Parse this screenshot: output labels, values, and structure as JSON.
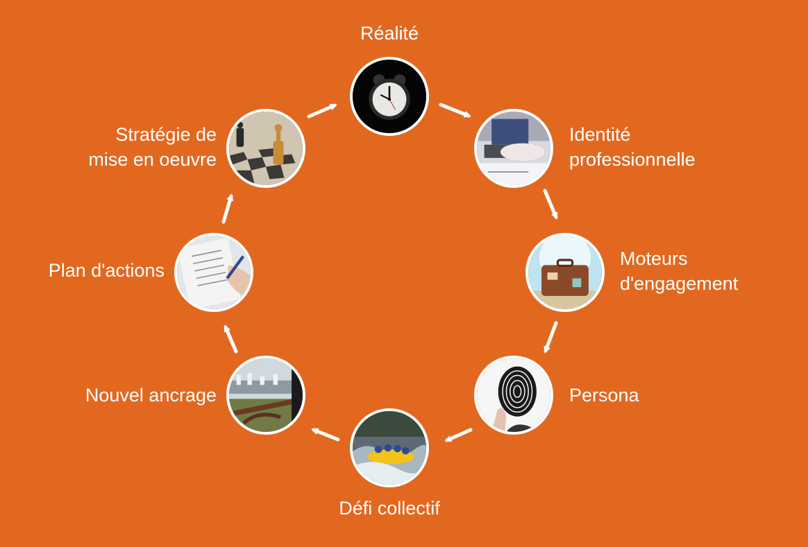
{
  "diagram": {
    "background_color": "#E26820",
    "stages": [
      {
        "id": "realite",
        "label": "Réalité",
        "image": "alarm-clock"
      },
      {
        "id": "identite",
        "label": "Identité professionnelle",
        "label_lines": [
          "Identité",
          "professionnelle"
        ],
        "image": "typing-on-laptop"
      },
      {
        "id": "moteurs",
        "label": "Moteurs d'engagement",
        "label_lines": [
          "Moteurs",
          "d'engagement"
        ],
        "image": "vintage-suitcase"
      },
      {
        "id": "persona",
        "label": "Persona",
        "image": "fingerprint-face"
      },
      {
        "id": "defi",
        "label": "Défi collectif",
        "image": "river-rafting"
      },
      {
        "id": "ancrage",
        "label": "Nouvel ancrage",
        "image": "harbor-anchor"
      },
      {
        "id": "plan",
        "label": "Plan d'actions",
        "image": "checklist-writing"
      },
      {
        "id": "strategie",
        "label": "Stratégie de mise en oeuvre",
        "label_lines": [
          "Stratégie de",
          "mise en oeuvre"
        ],
        "image": "chess-pieces"
      }
    ],
    "arrow_color": "#ffffff",
    "flow": "clockwise"
  }
}
